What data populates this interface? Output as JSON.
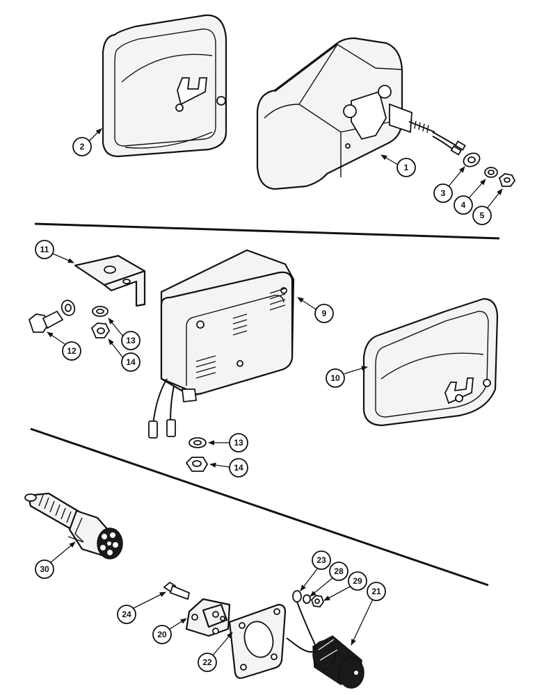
{
  "diagram": {
    "callouts": [
      "1",
      "2",
      "3",
      "4",
      "5",
      "9",
      "10",
      "11",
      "12",
      "13",
      "14",
      "13",
      "14",
      "20",
      "21",
      "22",
      "23",
      "24",
      "28",
      "29",
      "30"
    ]
  }
}
